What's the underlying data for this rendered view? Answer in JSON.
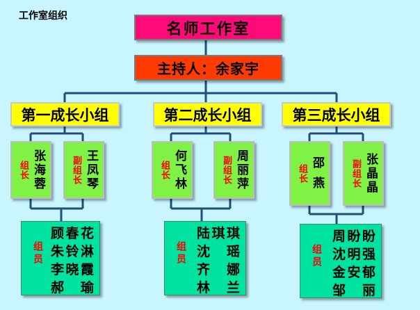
{
  "title": "工作室组织",
  "studio": "名师工作室",
  "host": "主持人：余家宇",
  "colors": {
    "background": "#c9f5ff",
    "studio_box": "#ff0a78",
    "host_box": "#ff3b00",
    "group_box": "#ffff00",
    "leader_box": "#7ff245",
    "member_box": "#00e3a0",
    "role_text": "#ff0000",
    "connector": "#1f4e79"
  },
  "groups": [
    {
      "name": "第一成长小组",
      "leader_role": "组长",
      "leader": "张海蓉",
      "deputy_role": "副组长",
      "deputy": "王凤琴",
      "members_role": "组员",
      "members": [
        "顾春花",
        "朱铃淋",
        "李晓霞",
        "郝 瑜"
      ]
    },
    {
      "name": "第二成长小组",
      "leader_role": "组长",
      "leader": "何飞林",
      "deputy_role": "副组长",
      "deputy": "周丽萍",
      "members_role": "组员",
      "members": [
        "陆琪琪",
        "沈 瑶",
        "齐 娜",
        "林 兰"
      ]
    },
    {
      "name": "第三成长小组",
      "leader_role": "组长",
      "leader": "邵 燕",
      "deputy_role": "副组长",
      "deputy": "张晶晶",
      "members_role": "组员",
      "members": [
        "周盼盼",
        "沈明强",
        "金安郁",
        "邹 丽"
      ]
    }
  ]
}
